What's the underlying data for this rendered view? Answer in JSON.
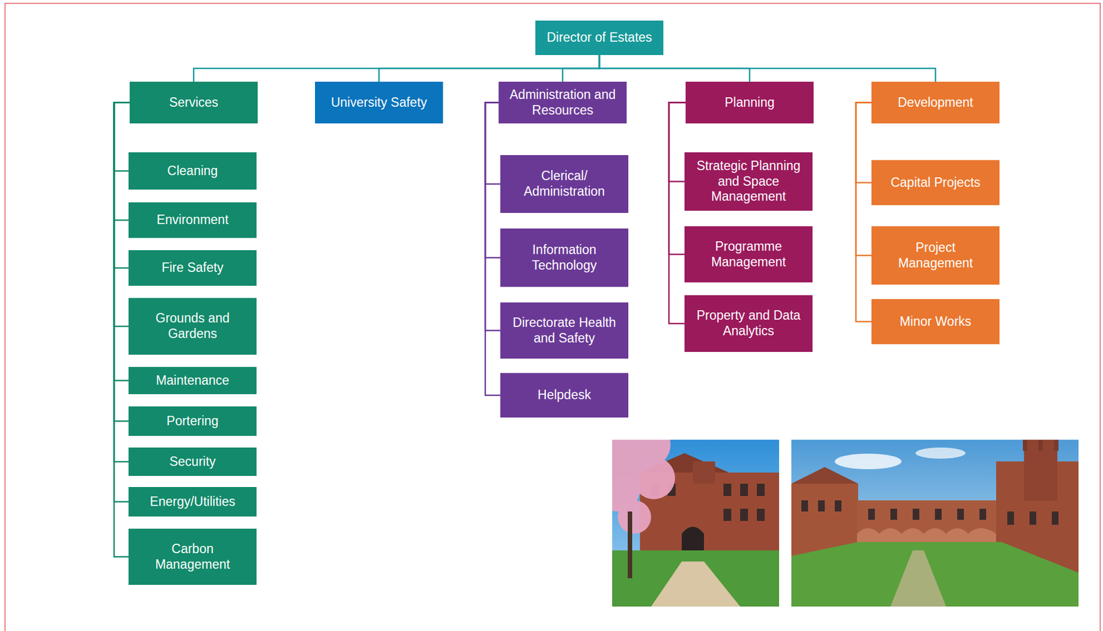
{
  "diagram": {
    "nodes": [
      {
        "text": [
          "Director of Estates"
        ]
      },
      {
        "text": [
          "Services"
        ]
      },
      {
        "text": [
          "Cleaning"
        ]
      },
      {
        "text": [
          "Environment"
        ]
      },
      {
        "text": [
          "Fire Safety"
        ]
      },
      {
        "text": [
          "Grounds and Gardens"
        ]
      },
      {
        "text": [
          "Maintenance"
        ]
      },
      {
        "text": [
          "Portering"
        ]
      },
      {
        "text": [
          "Security"
        ]
      },
      {
        "text": [
          "Energy/Utilities"
        ]
      },
      {
        "text": [
          "Carbon Management"
        ]
      },
      {
        "text": [
          "University Safety"
        ]
      },
      {
        "text": [
          "Administration and Resources"
        ]
      },
      {
        "text": [
          "Clerical/ Administration"
        ]
      },
      {
        "text": [
          "Information Technology"
        ]
      },
      {
        "text": [
          "Directorate Health and Safety"
        ]
      },
      {
        "text": [
          "Helpdesk"
        ]
      },
      {
        "text": [
          "Planning"
        ]
      },
      {
        "text": [
          "Strategic Planning and Space Management"
        ]
      },
      {
        "text": [
          "Programme Management"
        ]
      },
      {
        "text": [
          "Property and Data Analytics"
        ]
      },
      {
        "text": [
          "Development"
        ]
      },
      {
        "text": [
          "Capital Projects"
        ]
      },
      {
        "text": [
          "Project Management"
        ]
      },
      {
        "text": [
          "Minor Works"
        ]
      }
    ],
    "edges": [
      {
        "from": 0,
        "to": 1,
        "arrow": "none"
      },
      {
        "from": 0,
        "to": 11,
        "arrow": "none"
      },
      {
        "from": 0,
        "to": 12,
        "arrow": "none"
      },
      {
        "from": 0,
        "to": 17,
        "arrow": "none"
      },
      {
        "from": 0,
        "to": 21,
        "arrow": "none"
      },
      {
        "from": 1,
        "to": 2,
        "arrow": "none"
      },
      {
        "from": 1,
        "to": 3,
        "arrow": "none"
      },
      {
        "from": 1,
        "to": 4,
        "arrow": "none"
      },
      {
        "from": 1,
        "to": 5,
        "arrow": "none"
      },
      {
        "from": 1,
        "to": 6,
        "arrow": "none"
      },
      {
        "from": 1,
        "to": 7,
        "arrow": "none"
      },
      {
        "from": 1,
        "to": 8,
        "arrow": "none"
      },
      {
        "from": 1,
        "to": 9,
        "arrow": "none"
      },
      {
        "from": 1,
        "to": 10,
        "arrow": "none"
      },
      {
        "from": 12,
        "to": 13,
        "arrow": "none"
      },
      {
        "from": 12,
        "to": 14,
        "arrow": "none"
      },
      {
        "from": 12,
        "to": 15,
        "arrow": "none"
      },
      {
        "from": 12,
        "to": 16,
        "arrow": "none"
      },
      {
        "from": 17,
        "to": 18,
        "arrow": "none"
      },
      {
        "from": 17,
        "to": 19,
        "arrow": "none"
      },
      {
        "from": 17,
        "to": 20,
        "arrow": "none"
      },
      {
        "from": 21,
        "to": 22,
        "arrow": "none"
      },
      {
        "from": 21,
        "to": 23,
        "arrow": "none"
      },
      {
        "from": 21,
        "to": 24,
        "arrow": "none"
      }
    ]
  }
}
